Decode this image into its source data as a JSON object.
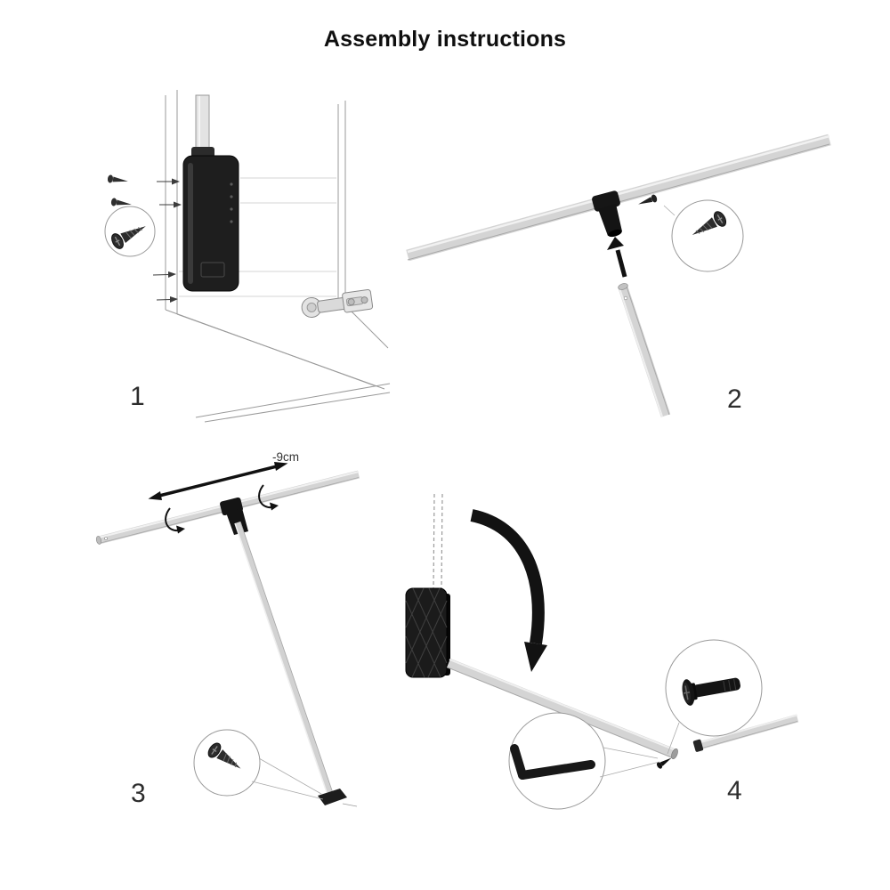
{
  "page": {
    "title": "Assembly instructions"
  },
  "steps": {
    "step1": {
      "number": "1"
    },
    "step2": {
      "number": "2"
    },
    "step3": {
      "number": "3",
      "width_label": "-9cm"
    },
    "step4": {
      "number": "4"
    }
  }
}
